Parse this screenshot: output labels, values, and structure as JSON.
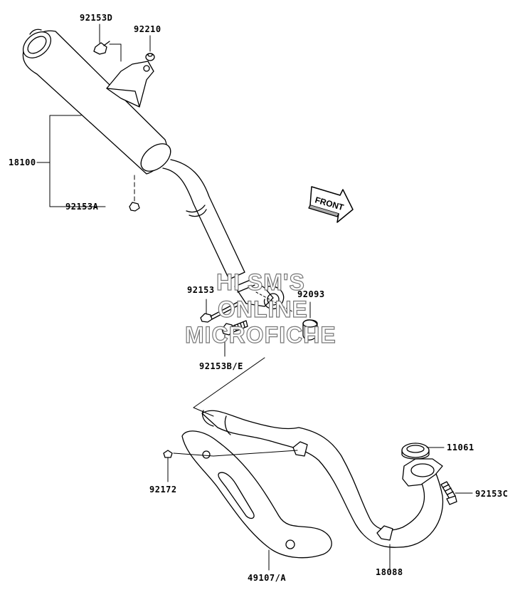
{
  "diagram": {
    "front_label": "FRONT",
    "part_numbers": {
      "p18100": "18100",
      "p92153A": "92153A",
      "p92153D": "92153D",
      "p92210": "92210",
      "p92153": "92153",
      "p92093": "92093",
      "p92153BE": "92153B/E",
      "p11061": "11061",
      "p92153C": "92153C",
      "p92172": "92172",
      "p49107A": "49107/A",
      "p18088": "18088"
    },
    "watermark": {
      "line1": "HI SM'S",
      "line2": "ONLINE",
      "line3": "MICROFICHE"
    }
  }
}
